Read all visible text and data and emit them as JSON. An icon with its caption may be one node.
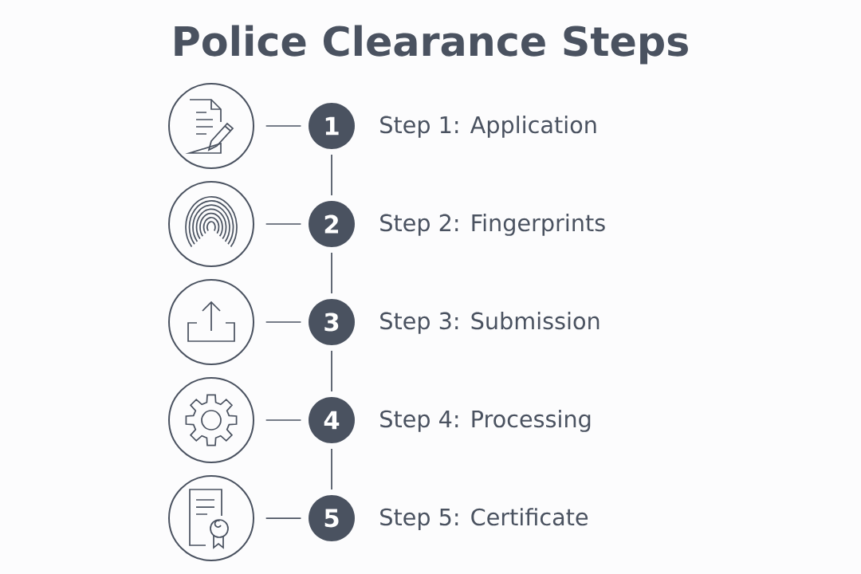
{
  "diagram": {
    "title": "Police Clearance Steps",
    "nodes": [
      {
        "text": [],
        "shape": "circle"
      },
      {
        "text": [
          "1"
        ],
        "beside": [
          "Step 1: Application"
        ]
      },
      {
        "text": [],
        "shape": "circle"
      },
      {
        "text": [
          "2"
        ],
        "beside": [
          "Step 2: Fingerprints"
        ]
      },
      {
        "text": [],
        "shape": "circle"
      },
      {
        "text": [
          "3"
        ],
        "beside": [
          "Step 3: Submission"
        ]
      },
      {
        "text": [],
        "shape": "circle"
      },
      {
        "text": [
          "4"
        ],
        "beside": [
          "Step 4: Processing"
        ]
      },
      {
        "text": [],
        "shape": "circle"
      },
      {
        "text": [
          "5"
        ],
        "beside": [
          "Step 5: Certificate"
        ]
      }
    ],
    "edges": [
      {
        "from": 0,
        "to": 1,
        "arrow": "none"
      },
      {
        "from": 1,
        "to": 3,
        "arrow": "none"
      },
      {
        "from": 2,
        "to": 3,
        "arrow": "none"
      },
      {
        "from": 3,
        "to": 5,
        "arrow": "none"
      },
      {
        "from": 4,
        "to": 5,
        "arrow": "none"
      },
      {
        "from": 5,
        "to": 7,
        "arrow": "none"
      },
      {
        "from": 6,
        "to": 7,
        "arrow": "none"
      },
      {
        "from": 7,
        "to": 9,
        "arrow": "none"
      },
      {
        "from": 8,
        "to": 9,
        "arrow": "none"
      }
    ]
  }
}
